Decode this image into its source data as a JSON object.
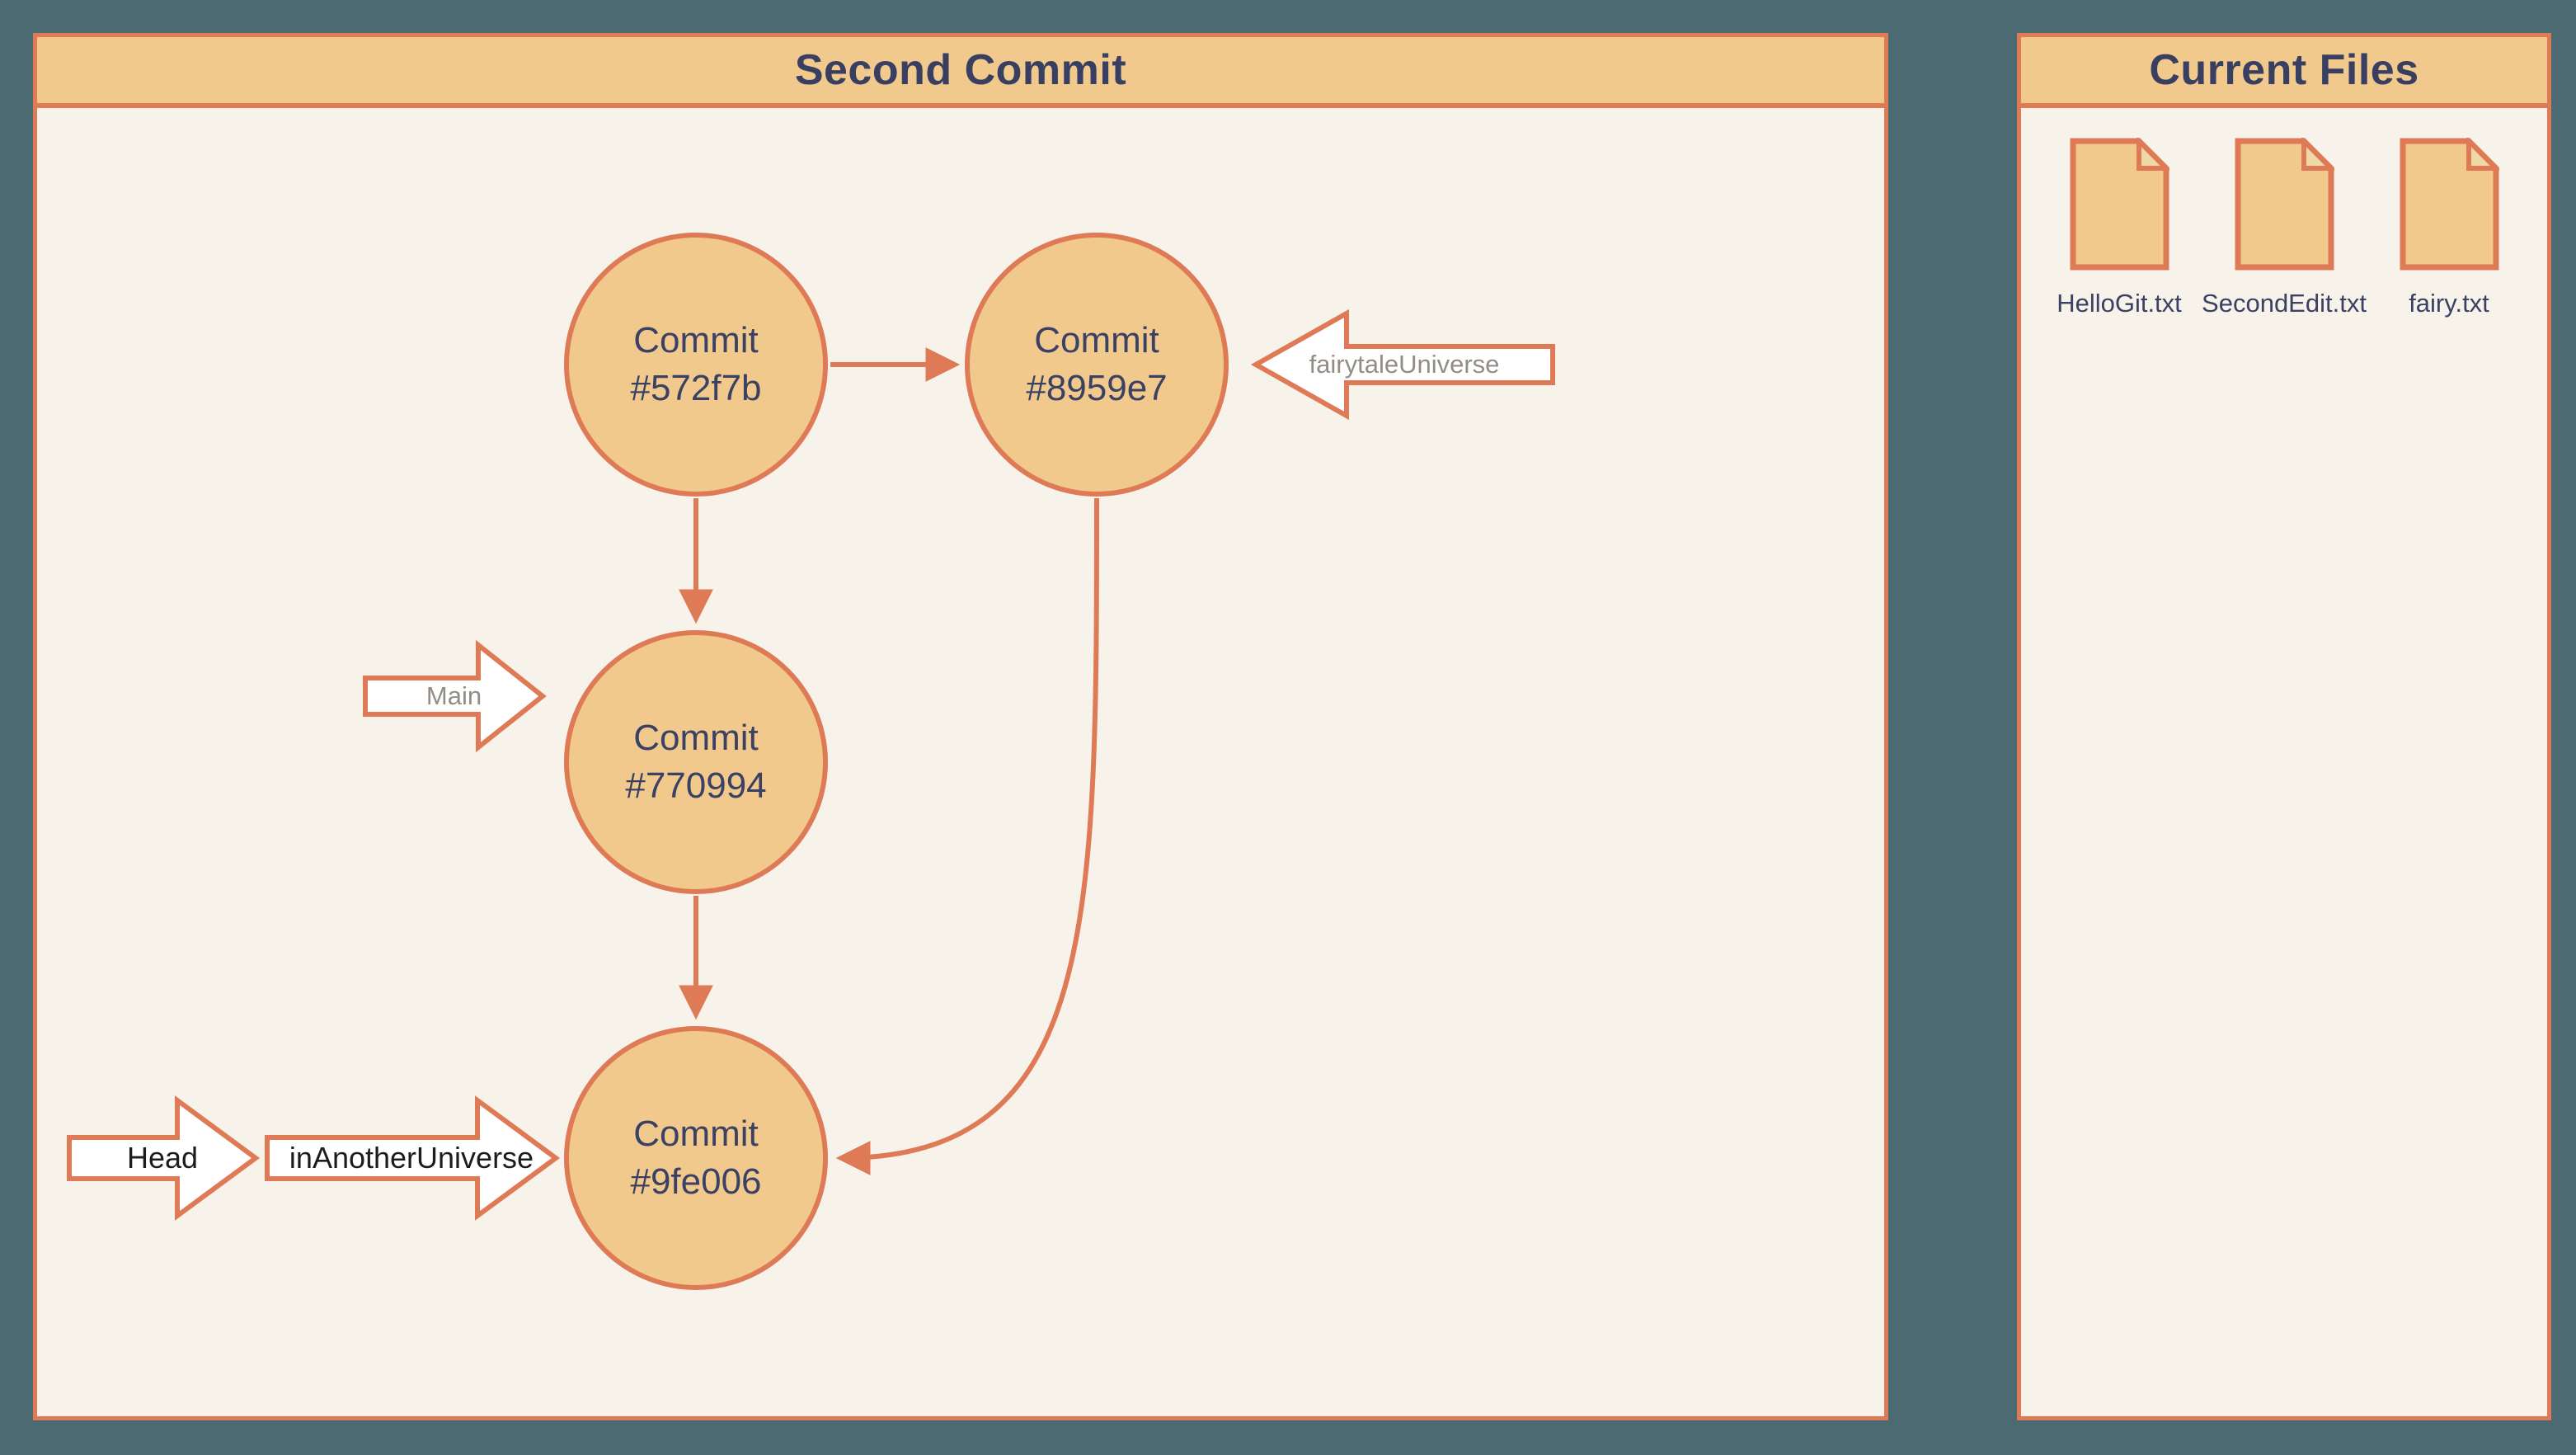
{
  "colors": {
    "background": "#4C6A72",
    "panel_background": "#F8F3EA",
    "header_background": "#F1C98D",
    "border_accent": "#DF7A57",
    "node_fill": "#F1C98D",
    "node_text": "#3A4163",
    "pointer_inactive_text": "#928D85",
    "pointer_active_text": "#1C1C1C"
  },
  "graph_panel": {
    "title": "Second Commit",
    "commits": [
      {
        "label": "Commit",
        "hash": "#572f7b"
      },
      {
        "label": "Commit",
        "hash": "#8959e7"
      },
      {
        "label": "Commit",
        "hash": "#770994"
      },
      {
        "label": "Commit",
        "hash": "#9fe006"
      }
    ],
    "edges": [
      {
        "from": "#572f7b",
        "to": "#8959e7"
      },
      {
        "from": "#572f7b",
        "to": "#770994"
      },
      {
        "from": "#770994",
        "to": "#9fe006"
      },
      {
        "from": "#8959e7",
        "to": "#9fe006"
      }
    ],
    "pointers": [
      {
        "label": "fairytaleUniverse",
        "direction": "left",
        "state": "inactive",
        "points_to": "#8959e7"
      },
      {
        "label": "Main",
        "direction": "right",
        "state": "inactive",
        "points_to": "#770994"
      },
      {
        "label": "Head",
        "direction": "right",
        "state": "active",
        "points_to": "inAnotherUniverse"
      },
      {
        "label": "inAnotherUniverse",
        "direction": "right",
        "state": "active",
        "points_to": "#9fe006"
      }
    ]
  },
  "files_panel": {
    "title": "Current Files",
    "files": [
      {
        "name": "HelloGit.txt"
      },
      {
        "name": "SecondEdit.txt"
      },
      {
        "name": "fairy.txt"
      }
    ]
  }
}
